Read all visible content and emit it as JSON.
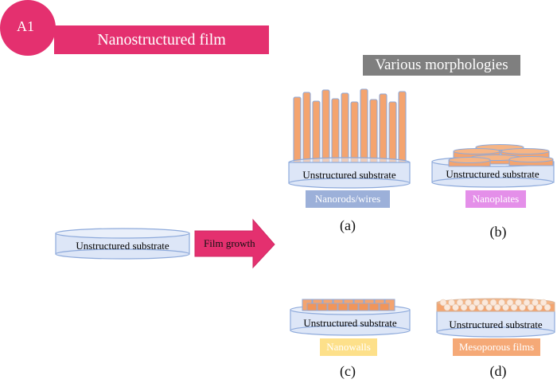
{
  "badge": "A1",
  "title": "Nanostructured film",
  "morphologies_heading": "Various morphologies",
  "substrate_label": "Unstructured substrate",
  "growth_label": "Film growth",
  "panels": {
    "a": {
      "tag": "(a)",
      "caption": "Nanorods/wires",
      "caption_color": "#9cb0d9"
    },
    "b": {
      "tag": "(b)",
      "caption": "Nanoplates",
      "caption_color": "#e48fe9"
    },
    "c": {
      "tag": "(c)",
      "caption": "Nanowalls",
      "caption_color": "#fde08a"
    },
    "d": {
      "tag": "(d)",
      "caption": "Mesoporous films",
      "caption_color": "#f5a977"
    }
  },
  "colors": {
    "accent": "#e4306f",
    "substrate_fill": "#dde6f7",
    "substrate_stroke": "#8eaadb",
    "structure_fill": "#f4a46f",
    "structure_stroke": "#8eaadb",
    "heading_bg": "#7f7f7f"
  }
}
